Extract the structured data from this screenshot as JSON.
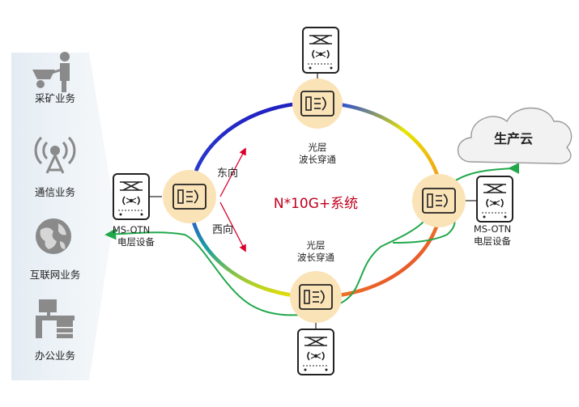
{
  "services": {
    "mining": "采矿业务",
    "telecom": "通信业务",
    "internet": "互联网业务",
    "office": "办公业务"
  },
  "ring": {
    "title": "N*10G+系统",
    "east": "东向",
    "west": "西向"
  },
  "nodes": {
    "optical_top": [
      "光层",
      "波长穿通"
    ],
    "optical_bottom": [
      "光层",
      "波长穿通"
    ],
    "mso_left": [
      "MS-OTN",
      "电层设备"
    ],
    "mso_right": [
      "MS-OTN",
      "电层设备"
    ]
  },
  "cloud": {
    "label": "生产云"
  },
  "colors": {
    "icon_gray": "#8a8a8a",
    "node_fill": "#fbe3b8",
    "title_red": "#c0001e",
    "arrow_red": "#d9002a",
    "path_green": "#21a84b",
    "text_dark": "#222222"
  }
}
